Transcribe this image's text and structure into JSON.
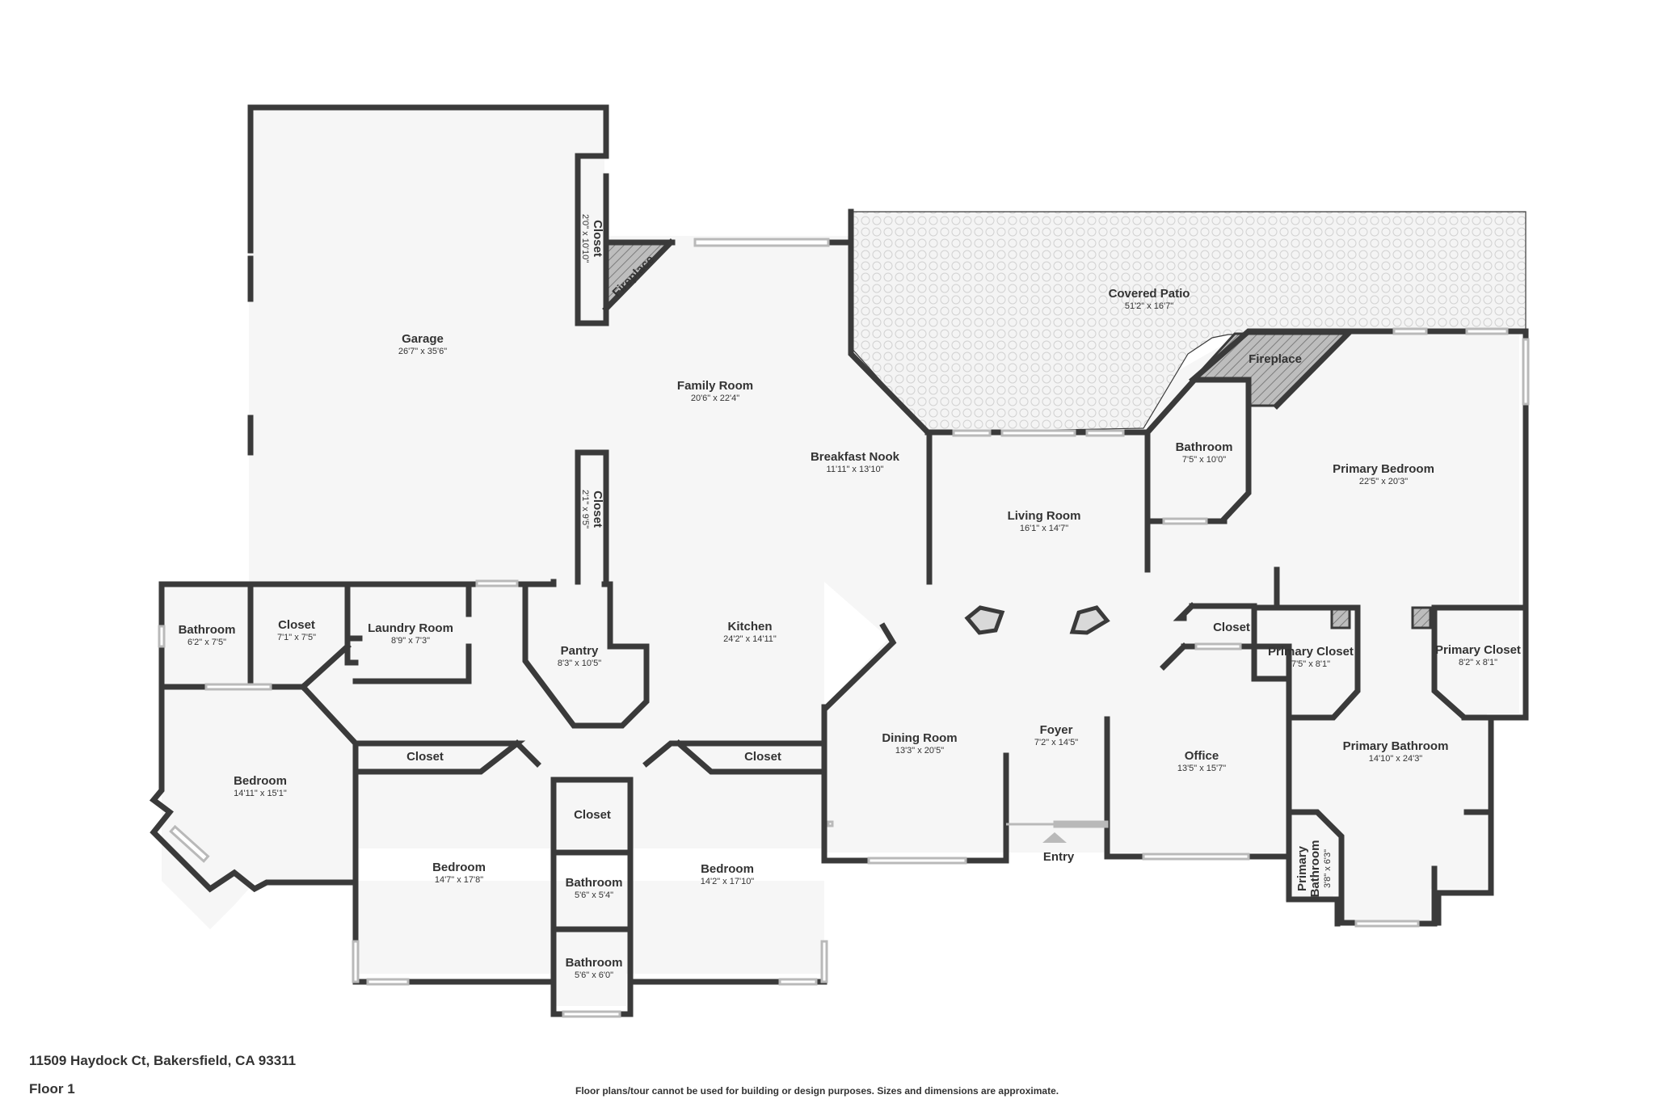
{
  "address": "11509 Haydock Ct, Bakersfield, CA 93311",
  "floor_label": "Floor 1",
  "disclaimer": "Floor plans/tour cannot be used for building or design purposes. Sizes and dimensions are approximate.",
  "entry_label": "Entry",
  "colors": {
    "wall": "#3a3a3a",
    "floor": "#f6f6f6",
    "patio": "#f2f2f2",
    "window": "#b9b9b9",
    "text": "#333333"
  },
  "rooms": {
    "garage": {
      "name": "Garage",
      "dim": "26'7\" x 35'6\""
    },
    "closet_garage_1": {
      "name": "Closet",
      "dim": "2'0\" x 10'10\""
    },
    "closet_garage_2": {
      "name": "Closet",
      "dim": "2'1\" x 9'5\""
    },
    "fireplace_family": {
      "name": "Fireplace"
    },
    "family_room": {
      "name": "Family Room",
      "dim": "20'6\" x 22'4\""
    },
    "breakfast_nook": {
      "name": "Breakfast Nook",
      "dim": "11'11\" x 13'10\""
    },
    "covered_patio": {
      "name": "Covered Patio",
      "dim": "51'2\" x 16'7\""
    },
    "fireplace_primary": {
      "name": "Fireplace"
    },
    "bathroom_central": {
      "name": "Bathroom",
      "dim": "7'5\" x 10'0\""
    },
    "primary_bedroom": {
      "name": "Primary Bedroom",
      "dim": "22'5\" x 20'3\""
    },
    "living_room": {
      "name": "Living Room",
      "dim": "16'1\" x 14'7\""
    },
    "bathroom_west": {
      "name": "Bathroom",
      "dim": "6'2\" x 7'5\""
    },
    "closet_west": {
      "name": "Closet",
      "dim": "7'1\" x 7'5\""
    },
    "laundry_room": {
      "name": "Laundry Room",
      "dim": "8'9\" x 7'3\""
    },
    "pantry": {
      "name": "Pantry",
      "dim": "8'3\" x 10'5\""
    },
    "kitchen": {
      "name": "Kitchen",
      "dim": "24'2\" x 14'11\""
    },
    "closet_foyer": {
      "name": "Closet"
    },
    "primary_closet_1": {
      "name": "Primary Closet",
      "dim": "7'5\" x 8'1\""
    },
    "primary_closet_2": {
      "name": "Primary Closet",
      "dim": "8'2\" x 8'1\""
    },
    "bedroom_west": {
      "name": "Bedroom",
      "dim": "14'11\" x 15'1\""
    },
    "closet_bed2": {
      "name": "Closet"
    },
    "closet_bed3": {
      "name": "Closet"
    },
    "closet_hall": {
      "name": "Closet"
    },
    "dining_room": {
      "name": "Dining Room",
      "dim": "13'3\" x 20'5\""
    },
    "foyer": {
      "name": "Foyer",
      "dim": "7'2\" x 14'5\""
    },
    "office": {
      "name": "Office",
      "dim": "13'5\" x 15'7\""
    },
    "primary_bathroom": {
      "name": "Primary Bathroom",
      "dim": "14'10\" x 24'3\""
    },
    "bedroom_2": {
      "name": "Bedroom",
      "dim": "14'7\" x 17'8\""
    },
    "bathroom_hall_1": {
      "name": "Bathroom",
      "dim": "5'6\" x 5'4\""
    },
    "bathroom_hall_2": {
      "name": "Bathroom",
      "dim": "5'6\" x 6'0\""
    },
    "bedroom_3": {
      "name": "Bedroom",
      "dim": "14'2\" x 17'10\""
    },
    "primary_bathroom_small": {
      "name_line1": "Primary",
      "name_line2": "Bathroom",
      "dim": "3'8\" x 6'3\""
    }
  }
}
